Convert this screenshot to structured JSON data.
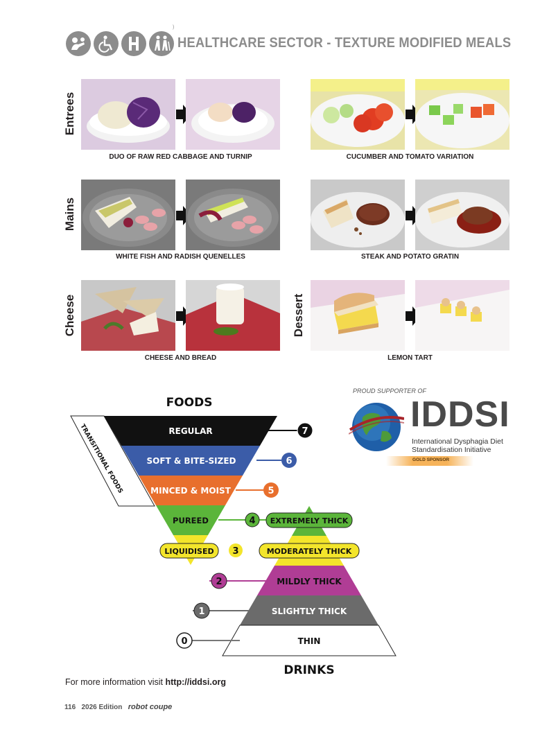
{
  "header": {
    "title": "HEALTHCARE SECTOR - TEXTURE MODIFIED MEALS",
    "icons": [
      "elderly-care-icon",
      "wheelchair-icon",
      "hospital-h-icon",
      "elderly-couple-icon"
    ]
  },
  "meals": {
    "row_labels": [
      "Entrees",
      "Mains",
      "Cheese",
      "Dessert"
    ],
    "captions": {
      "cabbage": "DUO OF RAW RED CABBAGE AND TURNIP",
      "cucumber": "CUCUMBER AND TOMATO VARIATION",
      "fish": "WHITE FISH AND RADISH QUENELLES",
      "steak": "STEAK AND POTATO GRATIN",
      "cheese": "CHEESE AND BREAD",
      "tart": "LEMON TART"
    }
  },
  "iddsi": {
    "supporter_label": "PROUD SUPPORTER OF",
    "logo_text": "IDDSI",
    "full_name_line1": "International Dysphagia Diet",
    "full_name_line2": "Standardisation Initiative",
    "sponsor_badge": "GOLD SPONSOR"
  },
  "framework": {
    "foods_title": "FOODS",
    "drinks_title": "DRINKS",
    "transitional_label": "TRANSITIONAL FOODS",
    "levels": {
      "l7": {
        "num": "7",
        "label": "REGULAR"
      },
      "l6": {
        "num": "6",
        "label": "SOFT & BITE-SIZED"
      },
      "l5": {
        "num": "5",
        "label": "MINCED & MOIST"
      },
      "l4a": {
        "num": "4",
        "label": "PUREED"
      },
      "l4b": {
        "label": "EXTREMELY THICK"
      },
      "l3a": {
        "num": "3",
        "label": "LIQUIDISED"
      },
      "l3b": {
        "label": "MODERATELY THICK"
      },
      "l2": {
        "num": "2",
        "label": "MILDLY THICK"
      },
      "l1": {
        "num": "1",
        "label": "SLIGHTLY THICK"
      },
      "l0": {
        "num": "0",
        "label": "THIN"
      }
    },
    "colors": {
      "regular": "#111111",
      "soft": "#3b5ca8",
      "minced": "#e86f2d",
      "pureed": "#5bb53a",
      "liquidised": "#f3e52b",
      "mildly": "#b03d95",
      "slightly": "#6b6b6b",
      "thin": "#ffffff"
    }
  },
  "footer": {
    "info_prefix": "For more information visit ",
    "info_link": "http://iddsi.org",
    "page_number": "116",
    "edition": "2026 Edition",
    "brand": "robot coupe"
  }
}
